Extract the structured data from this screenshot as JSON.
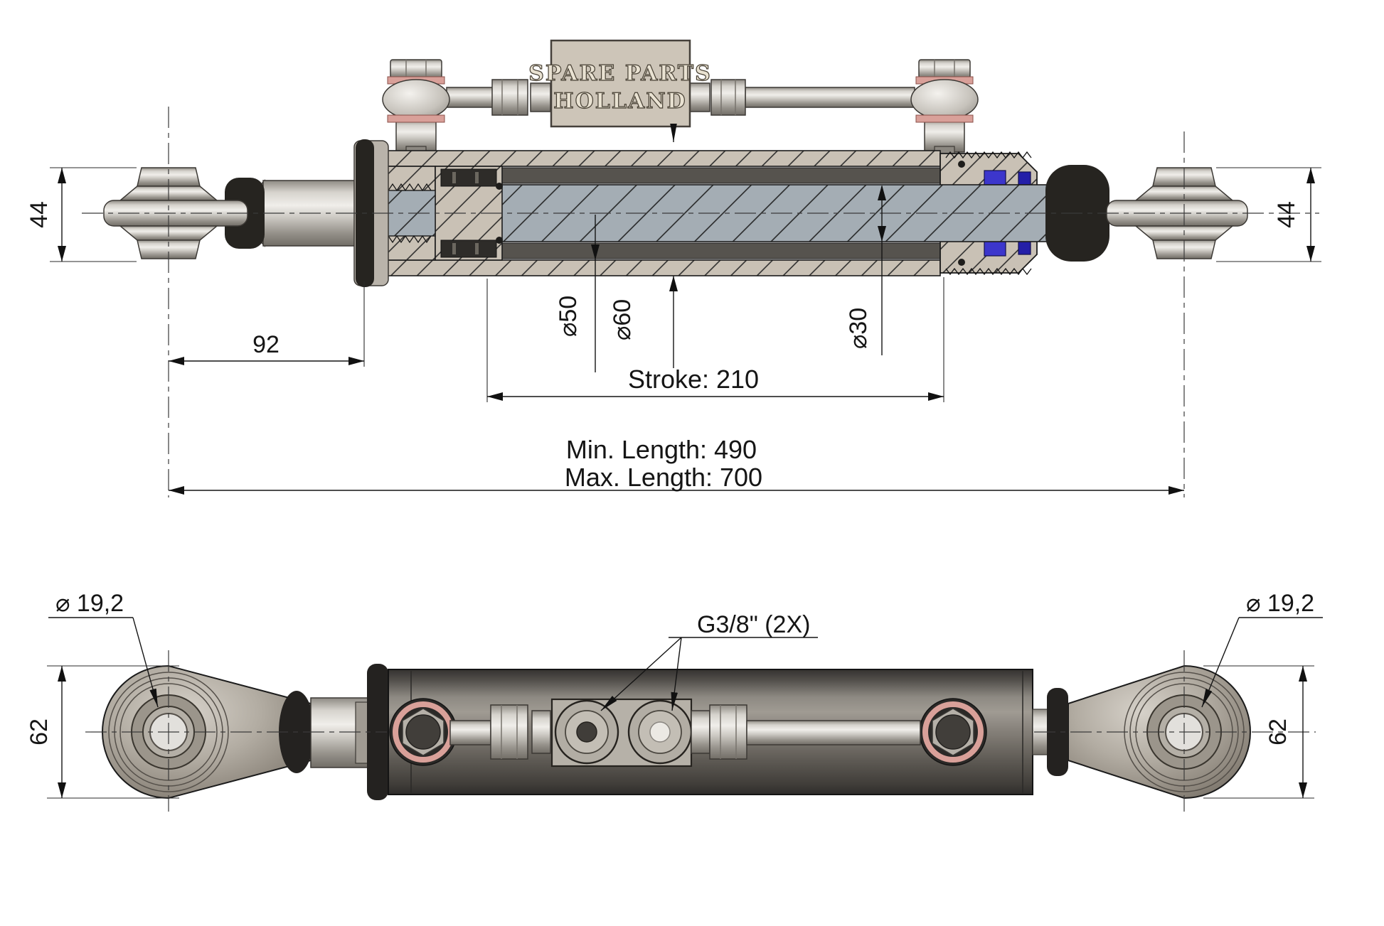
{
  "title_plate": {
    "line1": "SPARE PARTS",
    "line2": "HOLLAND"
  },
  "section_view": {
    "eye_height_left": "44",
    "eye_height_right": "44",
    "pivot_to_body": "92",
    "bore_dia": "⌀50",
    "outer_dia": "⌀60",
    "rod_dia": "⌀30",
    "stroke": "Stroke: 210",
    "min_length": "Min. Length: 490",
    "max_length": "Max. Length: 700"
  },
  "bottom_view": {
    "ball_hole_dia_left": "⌀ 19,2",
    "ball_hole_dia_right": "⌀ 19,2",
    "eye_width_left": "62",
    "eye_width_right": "62",
    "ports": "G3/8\" (2X)"
  },
  "colors": {
    "background": "#ffffff",
    "dimension_lines": "#141414",
    "body_hatch_steel": "#c9c1b5",
    "rod_hatch_steel": "#a4adb4",
    "seal_blue": "#3c36cc",
    "seal_blue_dark": "#241fa8",
    "copper_washer": "#d9a099",
    "rubber_black": "#262420",
    "barrel_dark_metal": "#6b6761",
    "port_block": "#b6b1a8"
  }
}
